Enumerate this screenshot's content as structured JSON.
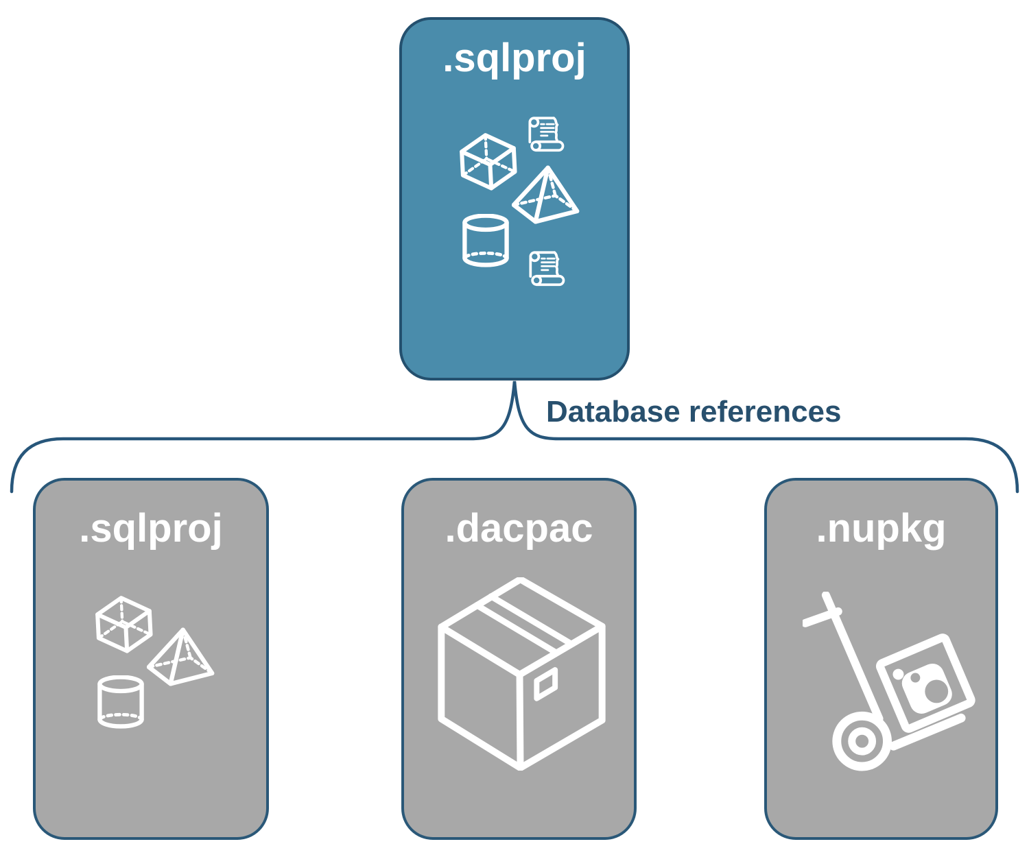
{
  "diagram": {
    "connector": {
      "label": "Database references",
      "line_color": "#27567a",
      "label_color": "#28506e"
    },
    "top_card": {
      "title": ".sqlproj",
      "fill": "#4a8cab",
      "border_color": "#24506e",
      "title_color": "#ffffff",
      "icons": [
        "script-scroll-icon",
        "cube-icon",
        "pyramid-icon",
        "cylinder-icon",
        "script-scroll-icon"
      ]
    },
    "bottom_cards": [
      {
        "title": ".sqlproj",
        "icons": [
          "cube-icon",
          "pyramid-icon",
          "cylinder-icon"
        ]
      },
      {
        "title": ".dacpac",
        "icons": [
          "package-box-icon"
        ]
      },
      {
        "title": ".nupkg",
        "icons": [
          "nuget-dolly-icon"
        ]
      }
    ],
    "bottom_card_style": {
      "fill": "#a8a8a8",
      "border_color": "#2a5878",
      "title_color": "#ffffff"
    },
    "background": "#ffffff",
    "icon_color": "#ffffff"
  }
}
